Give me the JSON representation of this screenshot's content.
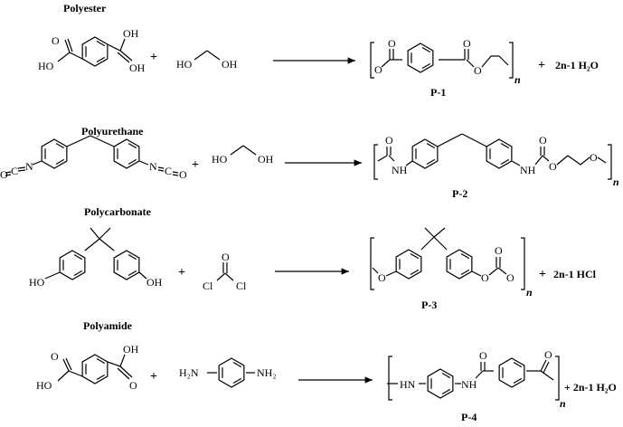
{
  "reactions": [
    {
      "title": "Polyester",
      "r1_atoms": [
        "OH",
        "HO",
        "O",
        "OH"
      ],
      "r2_atoms": [
        "HO",
        "OH"
      ],
      "plus1": "+",
      "plus2": "+",
      "product_atoms": [
        "O",
        "O",
        "O",
        "O"
      ],
      "n": "n",
      "byproduct": "2n-1 H₂O",
      "label": "P-1"
    },
    {
      "title": "Polyurethane",
      "r1_atoms": [
        "O",
        "C",
        "N",
        "N",
        "C",
        "O"
      ],
      "r2_atoms": [
        "HO",
        "OH"
      ],
      "plus1": "+",
      "product_atoms": [
        "O",
        "NH",
        "NH",
        "O",
        "O",
        "O"
      ],
      "n": "n",
      "label": "P-2"
    },
    {
      "title": "Polycarbonate",
      "r1_atoms": [
        "HO",
        "OH"
      ],
      "r2_atoms": [
        "O",
        "Cl",
        "Cl"
      ],
      "plus1": "+",
      "plus2": "+",
      "product_atoms": [
        "O",
        "O",
        "O",
        "O"
      ],
      "n": "n",
      "byproduct": "2n-1 HCl",
      "label": "P-3"
    },
    {
      "title": "Polyamide",
      "r1_atoms": [
        "O",
        "OH",
        "HO",
        "O"
      ],
      "r2_atoms": [
        "H₂N",
        "NH₂"
      ],
      "plus1": "+",
      "plus2": "+",
      "product_atoms": [
        "HN",
        "NH",
        "O",
        "O"
      ],
      "n": "n",
      "byproduct": "2n-1 H₂O",
      "label": "P-4"
    }
  ],
  "colors": {
    "ink": "#000000",
    "background": "#ffffff"
  }
}
